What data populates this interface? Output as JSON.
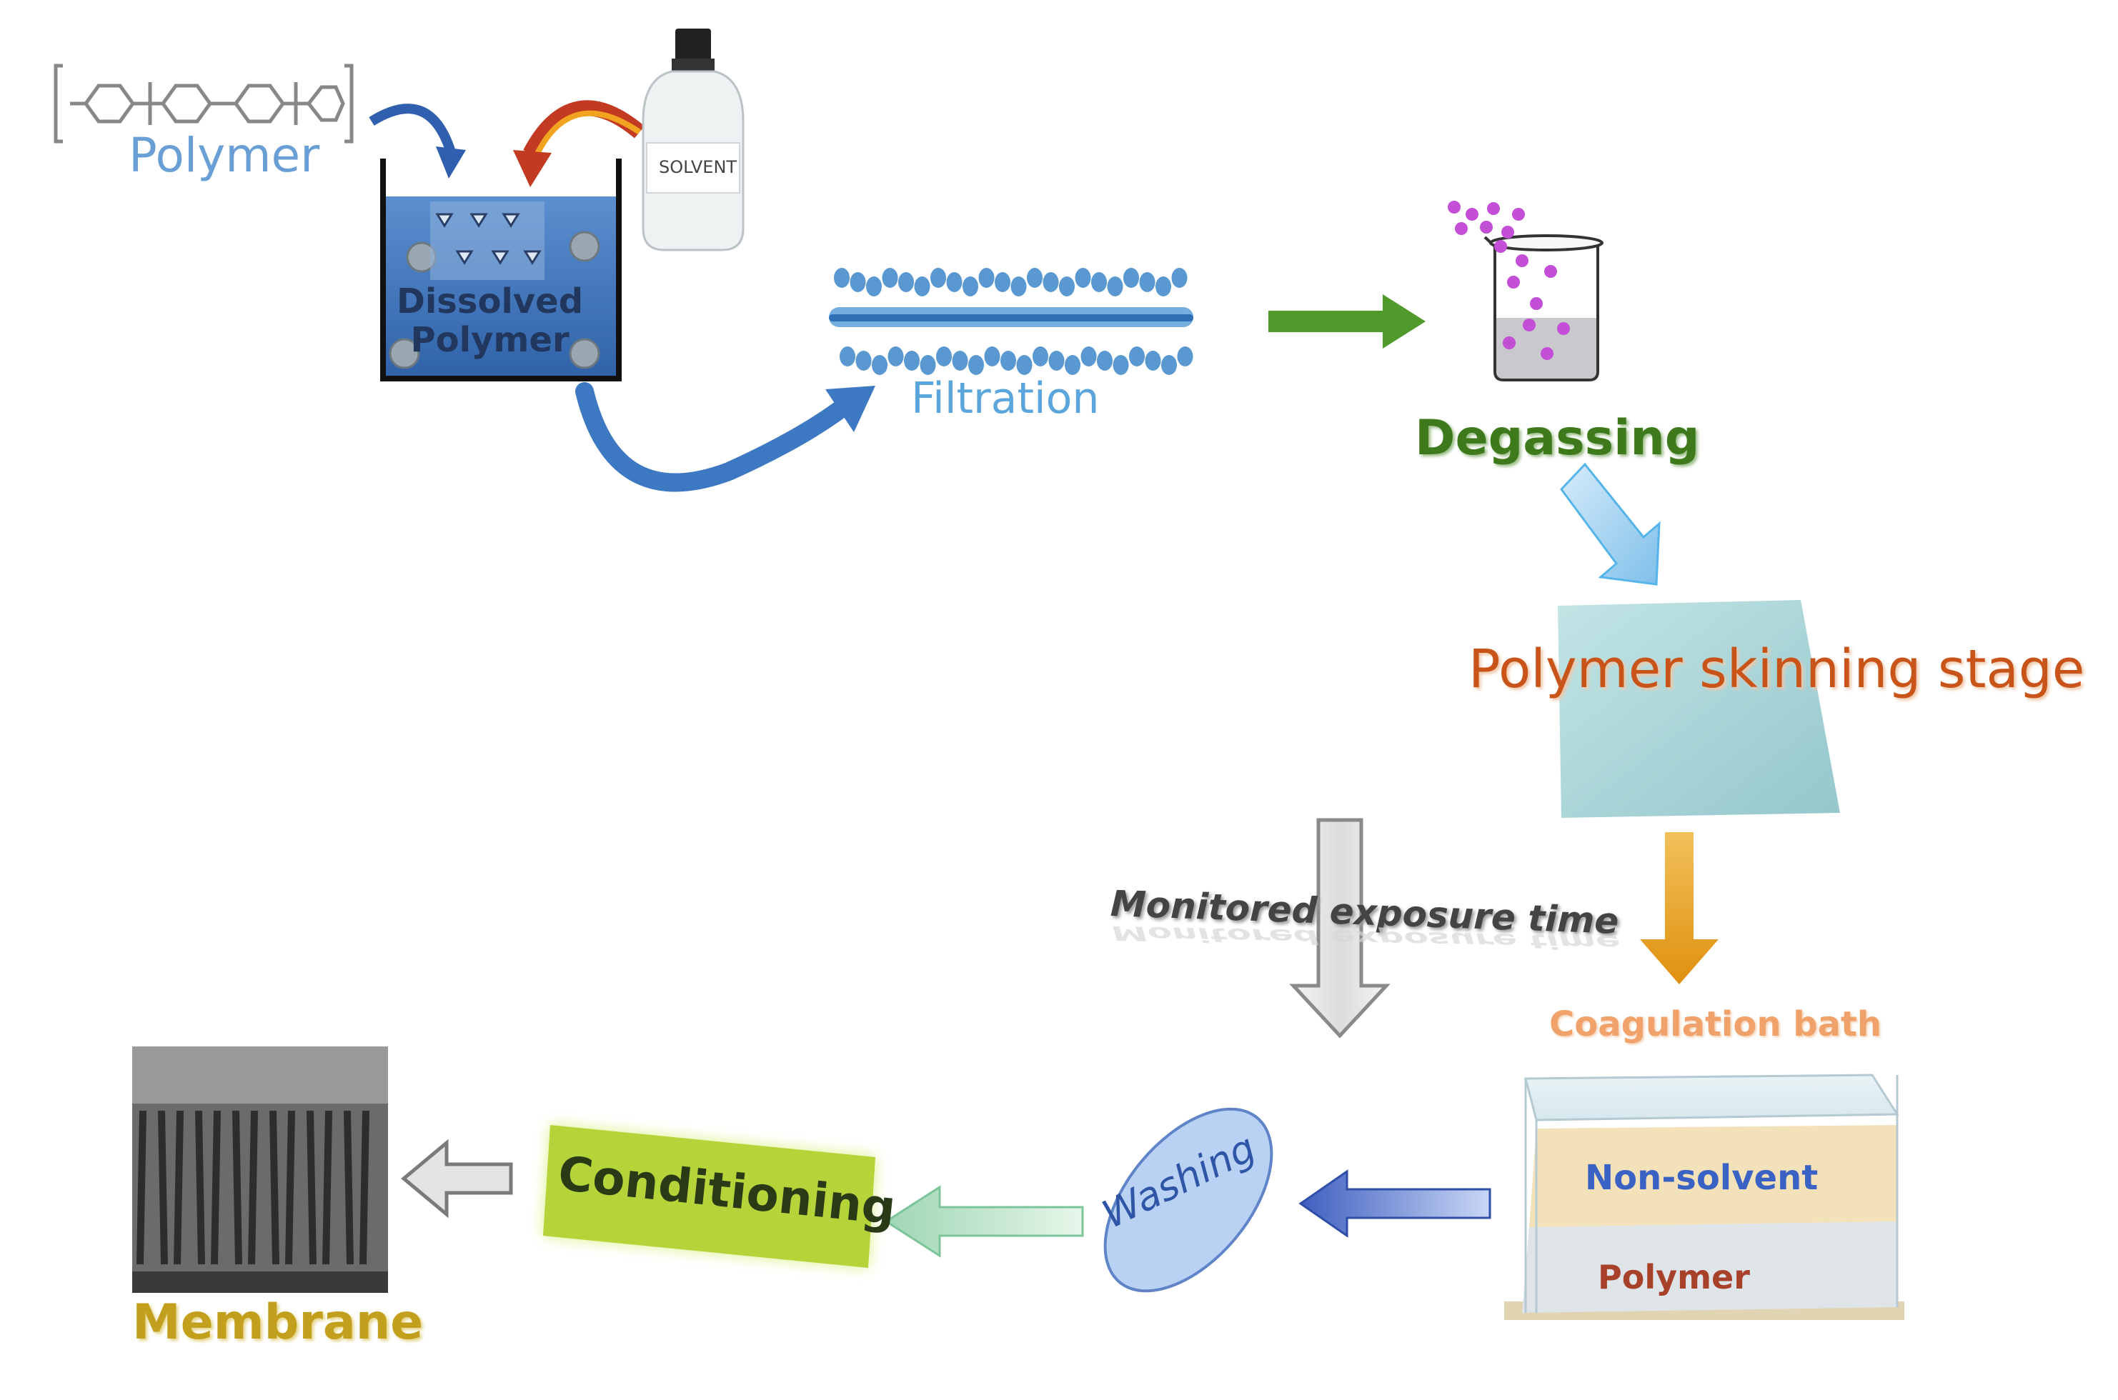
{
  "steps": {
    "polymer": "Polymer",
    "dissolved_line1": "Dissolved",
    "dissolved_line2": "Polymer",
    "solvent": "SOLVENT",
    "filtration": "Filtration",
    "degassing": "Degassing",
    "skinning": "Polymer skinning stage",
    "monitored": "Monitored exposure time",
    "coagulation": "Coagulation  bath",
    "non_solvent": "Non-solvent",
    "bath_polymer": "Polymer",
    "washing": "Washing",
    "conditioning": "Conditioning",
    "membrane": "Membrane"
  },
  "colors": {
    "blue_arrow": "#3d78c2",
    "red_arrow": "#c23a22",
    "green_arrow": "#4f9a2a",
    "light_blue_arrow": "#8fc8ee",
    "orange_arrow": "#e6a11f",
    "gray_arrow": "#bdbdbd",
    "tank_fill": "#3f73b8",
    "skin_plate": "#a9d6d8",
    "conditioning_box": "#b5d43a",
    "washing_ellipse": "#b9d2f4"
  }
}
